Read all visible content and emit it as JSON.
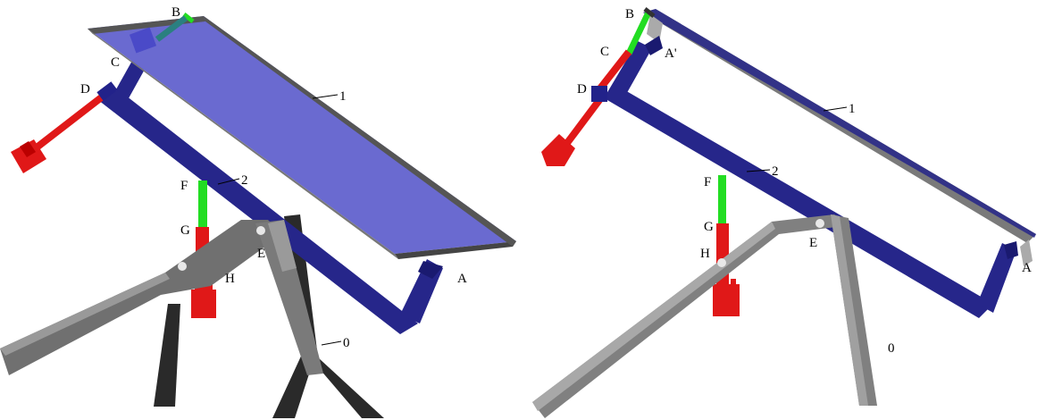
{
  "left_view": {
    "labels": {
      "part_1": "1",
      "part_2": "2",
      "part_0": "0",
      "point_A": "A",
      "point_B": "B",
      "point_C": "C",
      "point_D": "D",
      "point_E": "E",
      "point_F": "F",
      "point_G": "G",
      "point_H": "H"
    }
  },
  "right_view": {
    "labels": {
      "part_1": "1",
      "part_2": "2",
      "part_0": "0",
      "point_A": "A",
      "point_A_prime": "A'",
      "point_B": "B",
      "point_C": "C",
      "point_D": "D",
      "point_E": "E",
      "point_F": "F",
      "point_G": "G",
      "point_H": "H"
    }
  },
  "colors": {
    "panel_fill": "#6a6ad0",
    "frame_blue": "#26268a",
    "steel_gray": "#7a7a7a",
    "dark_steel": "#2a2a2a",
    "actuator_red": "#e01818",
    "rod_green": "#22dd22",
    "background": "#ffffff"
  }
}
